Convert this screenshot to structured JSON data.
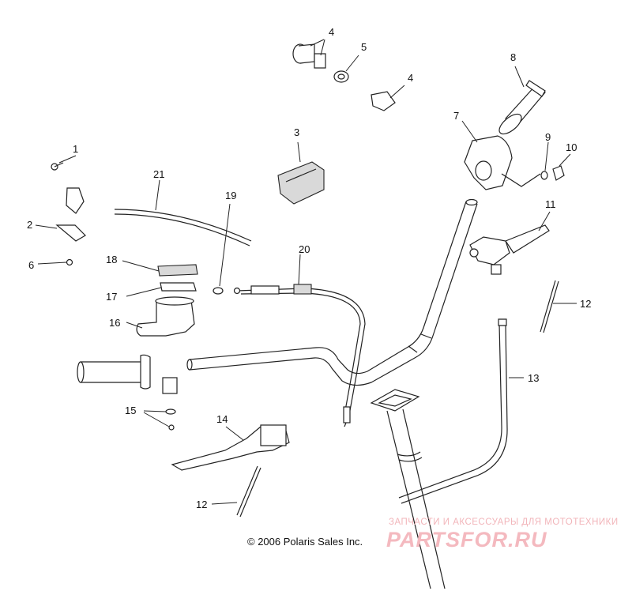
{
  "callouts": {
    "c1": "1",
    "c2": "2",
    "c3": "3",
    "c4a": "4",
    "c4b": "4",
    "c5": "5",
    "c6": "6",
    "c7": "7",
    "c8": "8",
    "c9": "9",
    "c10": "10",
    "c11": "11",
    "c12a": "12",
    "c12b": "12",
    "c13": "13",
    "c14": "14",
    "c15": "15",
    "c16": "16",
    "c17": "17",
    "c18": "18",
    "c19": "19",
    "c20": "20",
    "c21": "21"
  },
  "copyright": "© 2006 Polaris Sales Inc.",
  "watermark": {
    "tagline": "ЗАПЧАСТИ И АКСЕССУАРЫ ДЛЯ МОТОТЕХНИКИ",
    "logo": "PARTSFOR.RU"
  }
}
